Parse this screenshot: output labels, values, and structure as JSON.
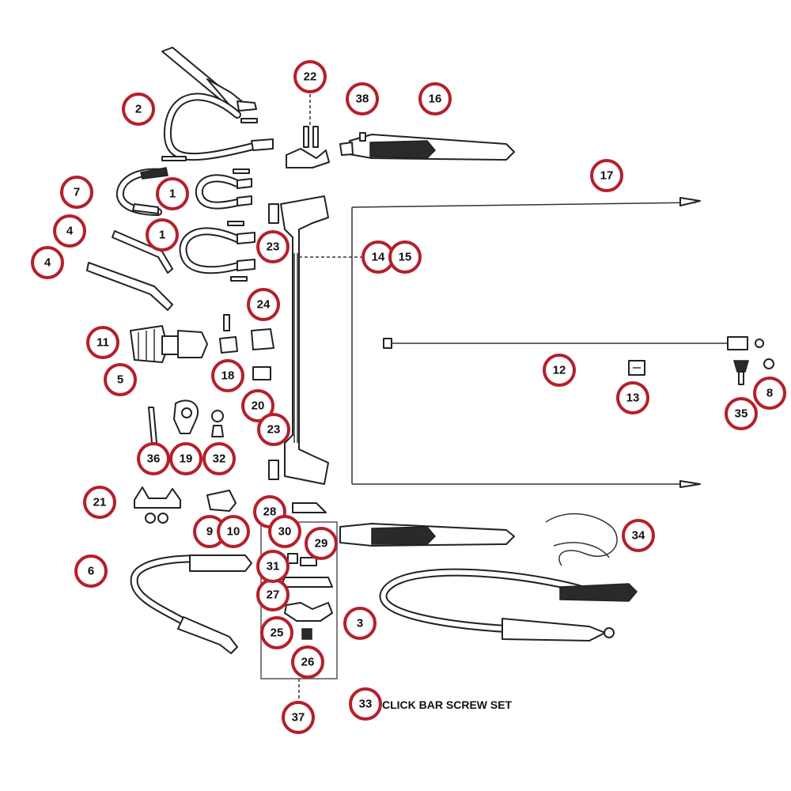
{
  "diagram": {
    "callouts": {
      "c1a": "1",
      "c1b": "1",
      "c2": "2",
      "c3": "3",
      "c4a": "4",
      "c4b": "4",
      "c5": "5",
      "c6": "6",
      "c7": "7",
      "c8": "8",
      "c9": "9",
      "c10": "10",
      "c11": "11",
      "c12": "12",
      "c13": "13",
      "c14": "14",
      "c15": "15",
      "c16": "16",
      "c17": "17",
      "c18": "18",
      "c19": "19",
      "c20": "20",
      "c21": "21",
      "c22": "22",
      "c23a": "23",
      "c23b": "23",
      "c24": "24",
      "c25": "25",
      "c26": "26",
      "c27": "27",
      "c28": "28",
      "c29": "29",
      "c30": "30",
      "c31": "31",
      "c32": "32",
      "c33": "33",
      "c34": "34",
      "c35": "35",
      "c36": "36",
      "c37": "37",
      "c38": "38"
    },
    "note": "CLICK BAR SCREW SET",
    "colors": {
      "callout_ring": "#b51f2b",
      "line": "#222222"
    }
  }
}
